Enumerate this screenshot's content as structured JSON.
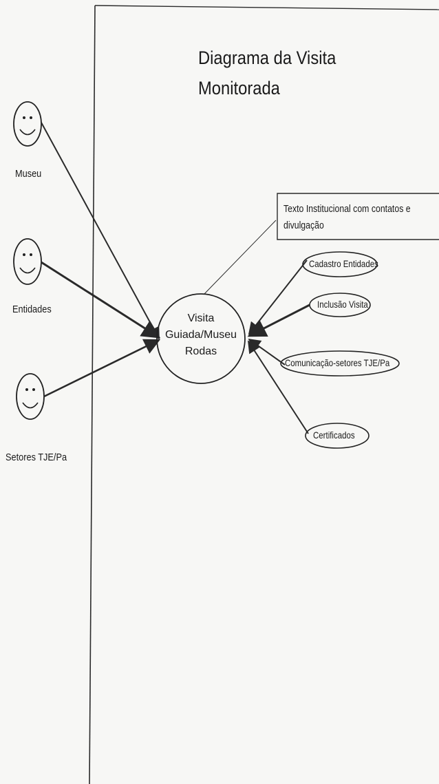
{
  "title": {
    "line1": "Diagrama da Visita",
    "line2": "Monitorada"
  },
  "actors": [
    {
      "label": "Museu",
      "icon": "smiley-actor-icon"
    },
    {
      "label": "Entidades",
      "icon": "smiley-actor-icon"
    },
    {
      "label": "Setores TJE/Pa",
      "icon": "smiley-actor-icon"
    }
  ],
  "center": {
    "line1": "Visita",
    "line2": "Guiada/Museu",
    "line3": "Rodas"
  },
  "note": {
    "line1": "Texto Institucional com contatos e",
    "line2": "divulgação"
  },
  "use_cases": [
    {
      "label": "Cadastro Entidades"
    },
    {
      "label": "Inclusão Visita"
    },
    {
      "label": "Comunicação-setores TJE/Pa"
    },
    {
      "label": "Certificados"
    }
  ],
  "colors": {
    "line": "#2a2a2a",
    "background": "#f7f7f5"
  }
}
